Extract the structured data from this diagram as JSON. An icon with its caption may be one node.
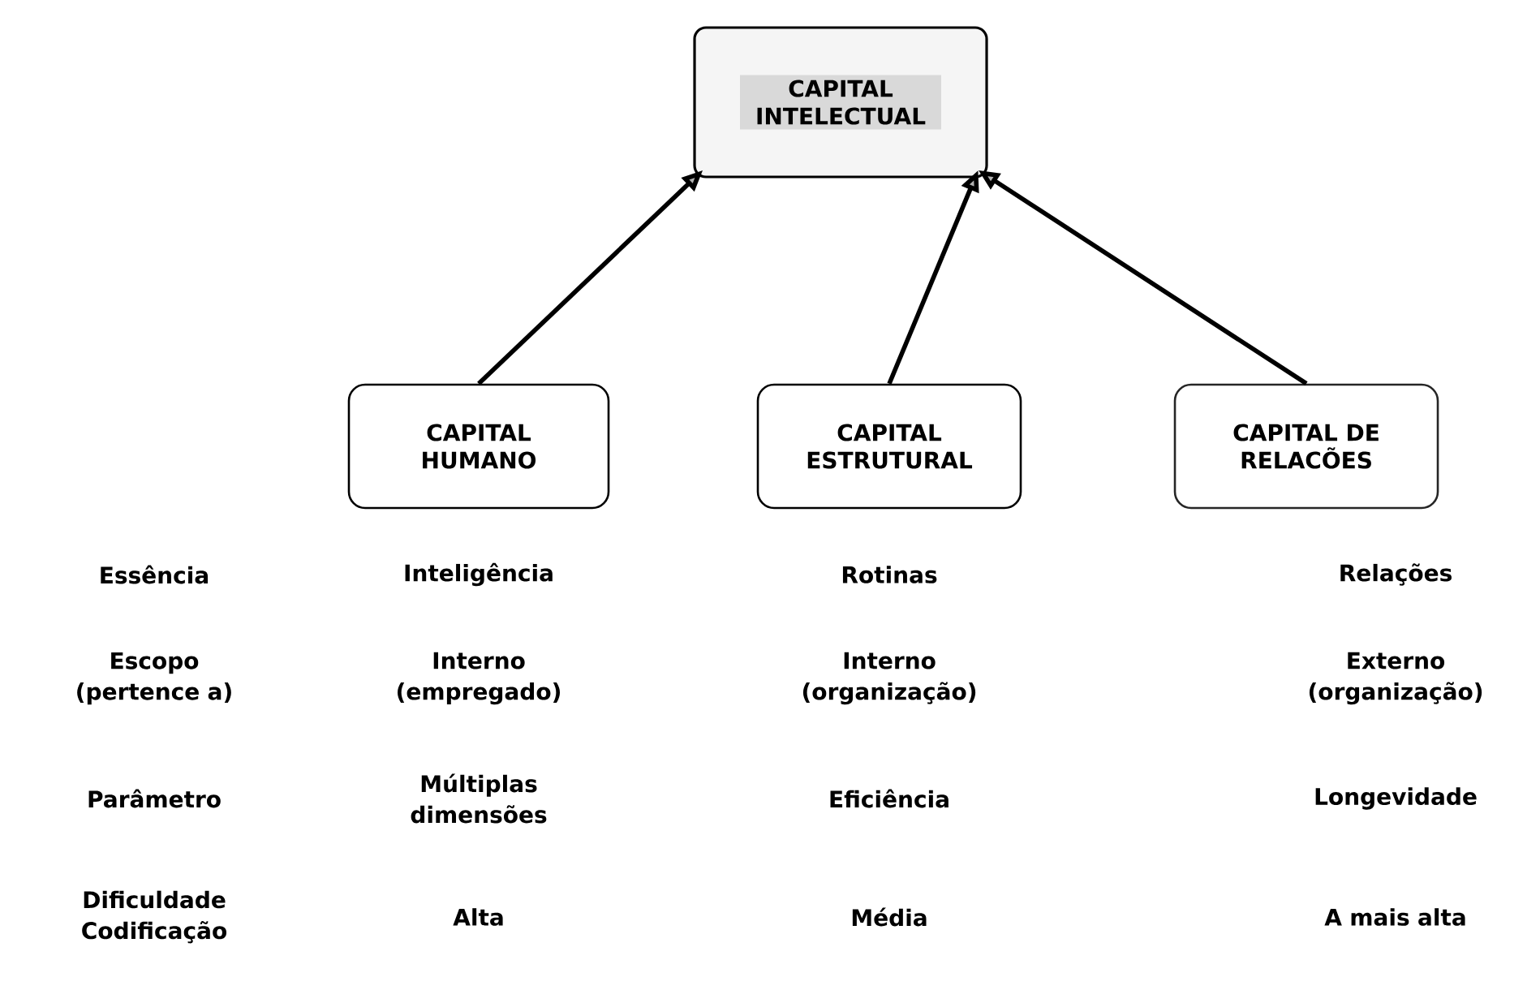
{
  "diagram": {
    "nodes": [
      {
        "text": [
          "CAPITAL INTELECTUAL"
        ]
      },
      {
        "text": [
          "CAPITAL HUMANO"
        ]
      },
      {
        "text": [
          "CAPITAL ESTRUTURAL"
        ]
      },
      {
        "text": [
          "CAPITAL DE RELACÕES"
        ]
      }
    ],
    "edges": [
      {
        "from": 1,
        "to": 0,
        "arrow": "to"
      },
      {
        "from": 2,
        "to": 0,
        "arrow": "to"
      },
      {
        "from": 3,
        "to": 0,
        "arrow": "to"
      }
    ],
    "labels": [
      "Essência",
      "Inteligência",
      "Rotinas",
      "Relações",
      "Escopo (pertence a)",
      "Interno (empregado)",
      "Interno (organização)",
      "Externo (organização)",
      "Parâmetro",
      "Múltiplas dimensões",
      "Eficiência",
      "Longevidade",
      "Dificuldade Codificação",
      "Alta",
      "Média",
      "A mais alta"
    ]
  }
}
